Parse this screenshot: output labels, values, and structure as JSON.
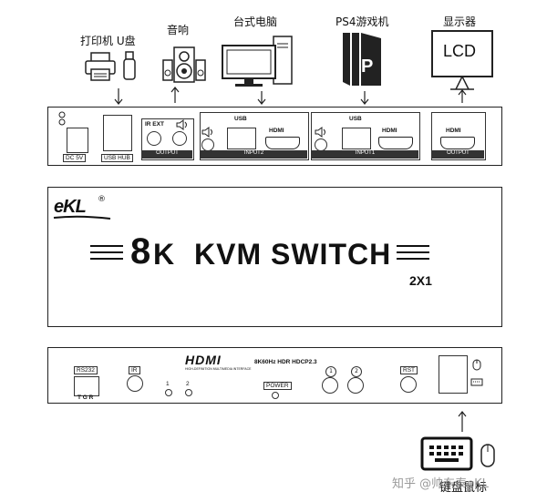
{
  "top_labels": {
    "printer_usb": "打印机 U盘",
    "speaker": "音响",
    "desktop": "台式电脑",
    "ps4": "PS4游戏机",
    "display": "显示器",
    "lcd": "LCD",
    "ps4_letter": "P"
  },
  "rear_panel": {
    "dc": "DC 5V",
    "usb_hub": "USB HUB",
    "ir_ext": "IR EXT",
    "output_group": "OUTPUT",
    "usb": "USB",
    "hdmi": "HDMI",
    "input2": "INPUT2",
    "input1": "INPUT1",
    "output": "OUTPUT"
  },
  "product": {
    "brand": "eKL",
    "reg": "®",
    "title_8": "8",
    "title_k": "K",
    "title_rest": "KVM SWITCH",
    "model": "2X1"
  },
  "front_panel": {
    "rs232": "RS232",
    "tgr": "T G R",
    "ir": "IR",
    "hdmi_logo": "HDMI",
    "hdmi_sub": "HIGH-DEFINITION MULTIMEDIA INTERFACE",
    "spec": "8K60Hz  HDR HDCP2.3",
    "led1": "1",
    "led2": "2",
    "power": "POWER",
    "btn1": "1",
    "btn2": "2",
    "rst": "RST"
  },
  "bottom": {
    "keyboard_mouse": "键盘鼠标",
    "watermark": "知乎 @帅东泰eKL"
  }
}
